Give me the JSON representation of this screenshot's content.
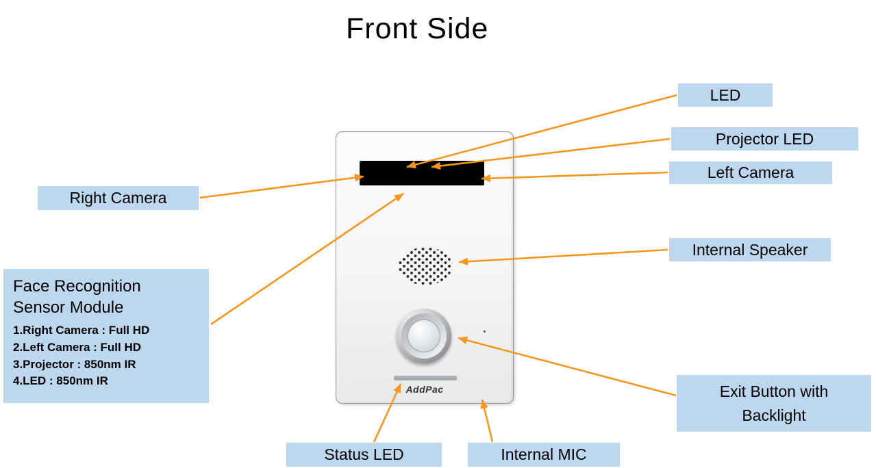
{
  "title": "Front Side",
  "colors": {
    "label_bg": "#BDD7EE",
    "arrow": "#F5971E"
  },
  "device": {
    "logo": "AddPac"
  },
  "labels": {
    "led": "LED",
    "projector_led": "Projector LED",
    "left_camera": "Left Camera",
    "right_camera": "Right Camera",
    "internal_speaker": "Internal Speaker",
    "exit_button": {
      "line1": "Exit Button with",
      "line2": "Backlight"
    },
    "status_led": "Status LED",
    "internal_mic": "Internal MIC",
    "face_module": {
      "heading_line1": "Face Recognition",
      "heading_line2": "Sensor Module",
      "items": [
        "1.Right Camera : Full HD",
        "2.Left Camera : Full HD",
        "3.Projector : 850nm IR",
        "4.LED : 850nm IR"
      ]
    }
  }
}
